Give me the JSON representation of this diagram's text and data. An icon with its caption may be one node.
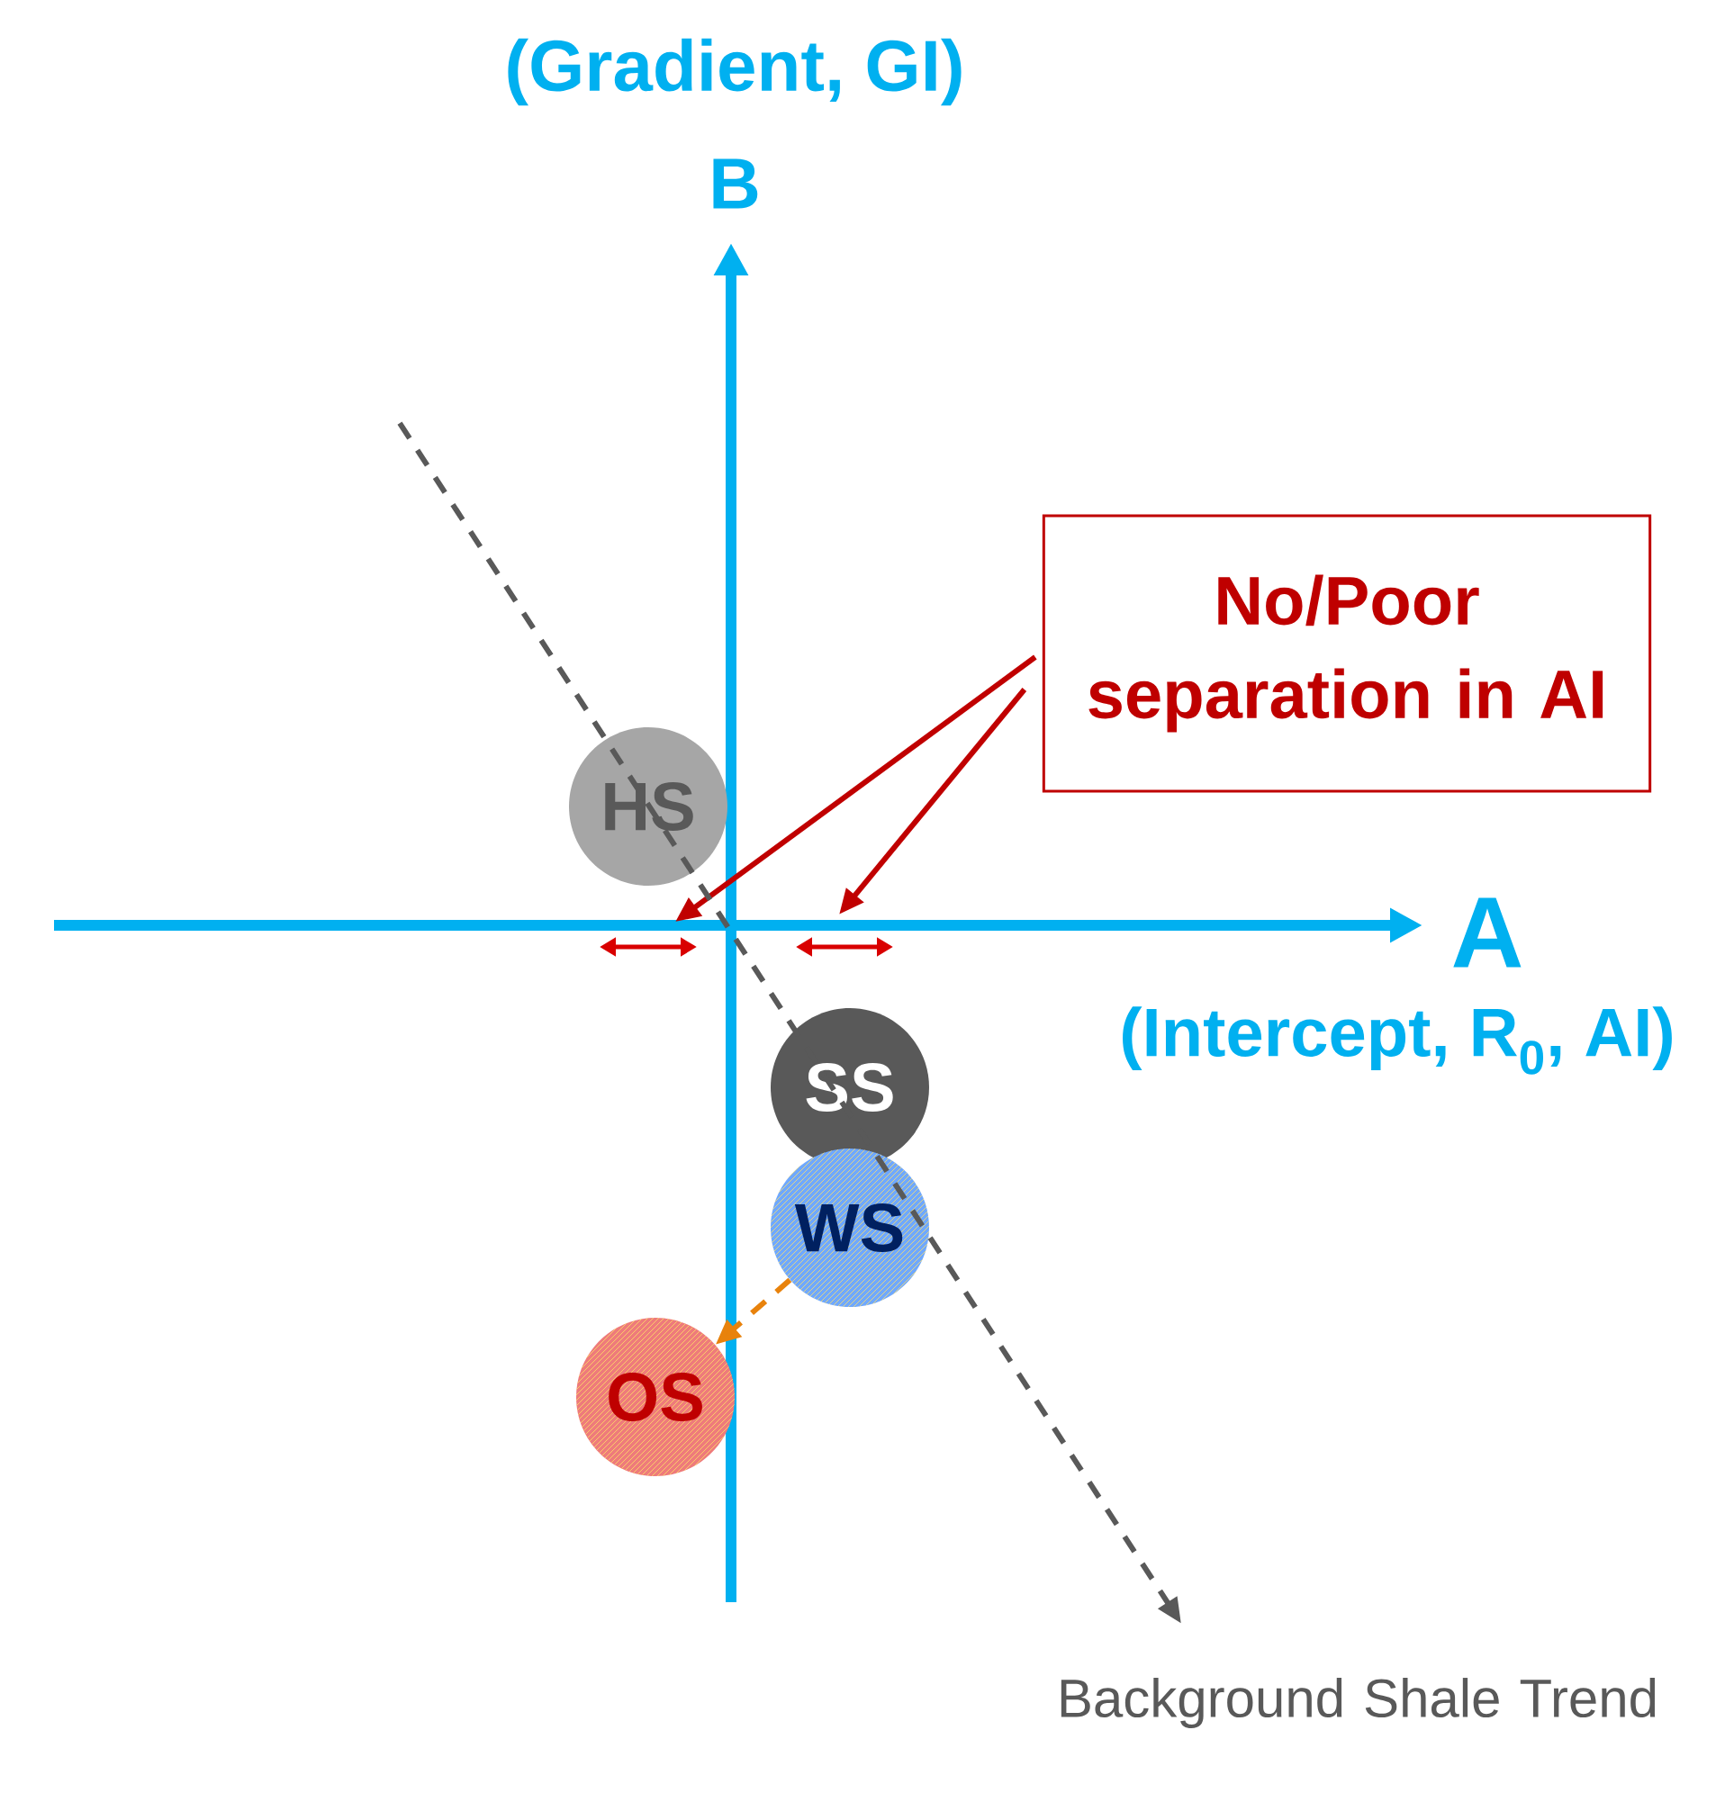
{
  "diagram": {
    "nodes": [
      {
        "text": [
          "No/Poor separation in AI"
        ]
      },
      {
        "text": [
          "HS"
        ]
      },
      {
        "text": [
          "SS"
        ]
      },
      {
        "text": [
          "WS"
        ]
      },
      {
        "text": [
          "OS"
        ]
      },
      {
        "text": [
          "Background Shale Trend"
        ]
      }
    ],
    "edges": [
      {
        "from": 0,
        "to": null,
        "arrow": "to",
        "color": "#c00000"
      },
      {
        "from": 0,
        "to": null,
        "arrow": "to",
        "color": "#c00000"
      },
      {
        "from": null,
        "to": 5,
        "arrow": "to",
        "style": "dashed",
        "color": "#595959"
      },
      {
        "from": 3,
        "to": 4,
        "arrow": "to",
        "style": "dashed",
        "color": "#e8820c"
      }
    ],
    "labels": [
      "(Gradient, GI)",
      "B",
      "A",
      "(Intercept, R$_{0}$, AI)"
    ]
  }
}
